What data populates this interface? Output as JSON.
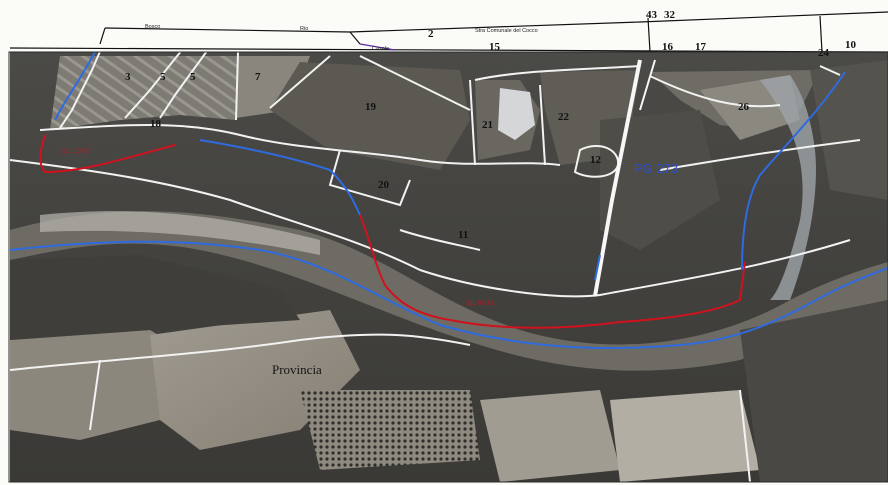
{
  "header_strip": {
    "numbers": [
      "2",
      "15",
      "16",
      "17",
      "10",
      "43",
      "32",
      "24"
    ],
    "texts": [
      "Stra Comunale del Cocco",
      "Bosco",
      "Casale",
      "Rio"
    ]
  },
  "parcels": [
    "3",
    "5",
    "5",
    "7",
    "18",
    "19",
    "21",
    "22",
    "12",
    "26",
    "20",
    "11"
  ],
  "roads": {
    "main_code": "PG 273",
    "red_code_a": "Sp. 10/00",
    "red_code_b": "Sp. 03/71"
  },
  "places": {
    "provincia": "Provincia"
  },
  "colors": {
    "road_blue": "#2f6be0",
    "track_red": "#d0121e",
    "boundary_white": "#f2f2f2",
    "paper": "#fbfbf7"
  },
  "icons": {
    "compass": "none"
  }
}
